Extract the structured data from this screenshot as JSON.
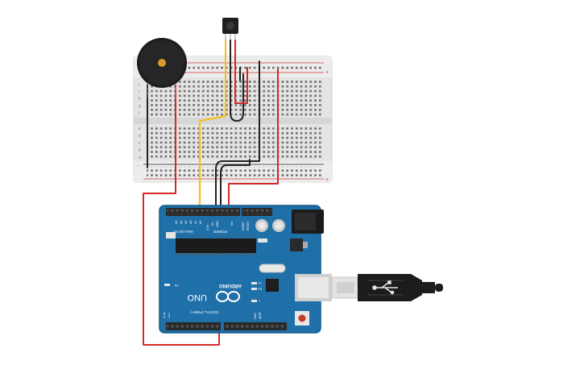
{
  "board": {
    "brand": "ARDUINO",
    "model": "UNO",
    "tx_label": "TX",
    "rx_label": "RX",
    "l_label": "L",
    "on_label": "ON",
    "power_label": "POWER",
    "analog_label": "ANALOG IN",
    "digital_label": "DIGITAL (PWM~)",
    "aref_label": "AREF",
    "gnd_label": "GND",
    "ioref_label": "IOREF",
    "reset_label": "RESET",
    "v33_label": "3.3V",
    "v5_label": "5V",
    "vin_label": "Vin",
    "tx1_label": "TX▸1",
    "rx0_label": "RX◂0",
    "a_pins": [
      "A0",
      "A1",
      "A2",
      "A3",
      "A4",
      "A5"
    ]
  },
  "breadboard": {
    "row_letters_top": [
      "j",
      "i",
      "h",
      "g",
      "f"
    ],
    "row_letters_bottom": [
      "e",
      "d",
      "c",
      "b",
      "a"
    ],
    "plus": "+",
    "minus": "-"
  },
  "colors": {
    "board_blue": "#1f6fa8",
    "wire_red": "#d62828",
    "wire_black": "#222222",
    "wire_yellow": "#f2c21b",
    "breadboard": "#e6e6e6"
  },
  "components": [
    "piezo-buzzer",
    "ir-receiver",
    "usb-cable"
  ]
}
